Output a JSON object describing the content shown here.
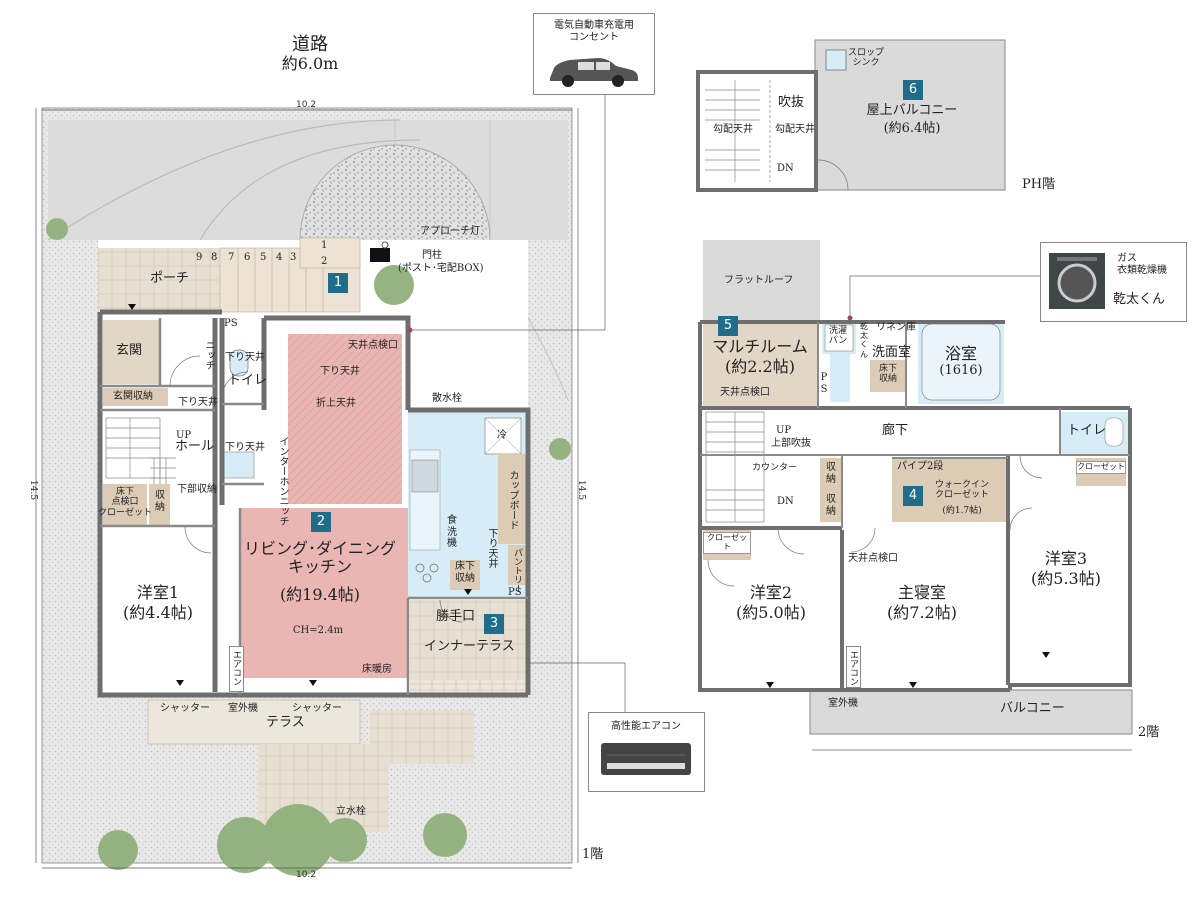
{
  "floor1": {
    "road": "道路",
    "road_width": "約6.0m",
    "floor_label": "1階",
    "dim_top": "10.2",
    "dim_bottom": "10.2",
    "dim_left": "14.5",
    "dim_right": "14.5",
    "porch": "ポーチ",
    "approach_light": "アプローチ灯",
    "gate_post": "門柱",
    "gate_post_sub": "(ポスト･宅配BOX)",
    "steps": [
      "9",
      "8",
      "7",
      "6",
      "5",
      "4",
      "3"
    ],
    "steps2": [
      "1",
      "2"
    ],
    "entrance": "玄関",
    "niche": "ニッチ",
    "ps": "PS",
    "lowered_ceiling": "下り天井",
    "toilet": "トイレ",
    "entrance_storage": "玄関収納",
    "up": "UP",
    "hall": "ホール",
    "underfloor_inspection_closet": "床下\n点検口\nクローゼット",
    "storage": "収\n納",
    "under_storage": "下部収納",
    "intercom_niche": "インターホンニッチ",
    "ceiling_inspection": "天井点検口",
    "folded_ceiling": "折上天井",
    "water_tap": "散水栓",
    "fridge": "冷",
    "cupboard": "カップボード",
    "dishwasher": "食\n洗\n機",
    "underfloor_storage": "床下\n収納",
    "pantry": "パントリー",
    "ldk": "リビング･ダイニング\nキッチン",
    "ldk_size": "(約19.4帖)",
    "ceiling_height": "CH=2.4m",
    "floor_heating": "床暖房",
    "aircon": "エアコン",
    "back_door": "勝手口",
    "inner_terrace": "インナーテラス",
    "western1": "洋室1",
    "western1_size": "(約4.4帖)",
    "shutter": "シャッター",
    "outdoor_unit": "室外機",
    "terrace": "テラス",
    "standpipe": "立水栓"
  },
  "callouts": {
    "ev_outlet": "電気自動車充電用\nコンセント",
    "hp_aircon": "高性能エアコン",
    "gas_dryer_small": "ガス\n衣類乾燥機",
    "gas_dryer_name": "乾太くん"
  },
  "ph": {
    "floor_label": "PH階",
    "slop_sink": "スロップ\nシンク",
    "atrium": "吹抜",
    "slope_ceiling_a": "勾配天井",
    "slope_ceiling_b": "勾配天井",
    "dn": "DN",
    "roof_balcony": "屋上バルコニー",
    "roof_balcony_size": "(約6.4帖)"
  },
  "floor2": {
    "floor_label": "2階",
    "flat_roof": "フラットルーフ",
    "multi_room": "マルチルーム",
    "multi_size": "(約2.2帖)",
    "ceiling_inspection": "天井点検口",
    "laundry_pan": "洗濯\nパン",
    "kanta": "乾\n太\nく\nん",
    "linen": "リネン庫",
    "washroom": "洗面室",
    "underfloor_storage": "床下\n収納",
    "ps": "P\nS",
    "bathroom": "浴室",
    "bath_size": "(1616)",
    "corridor": "廊下",
    "toilet": "トイレ",
    "up": "UP",
    "upper_atrium": "上部吹抜",
    "counter": "カウンター",
    "dn": "DN",
    "storage": "収\n納",
    "pipe2": "パイプ2段",
    "walkin": "ウォークイン\nクローゼット",
    "walkin_size": "(約1.7帖)",
    "closet": "クローゼット",
    "western2": "洋室2",
    "western2_size": "(約5.0帖)",
    "master": "主寝室",
    "master_size": "(約7.2帖)",
    "western3": "洋室3",
    "western3_size": "(約5.3帖)",
    "aircon": "エアコン",
    "outdoor_unit": "室外機",
    "balcony": "バルコニー"
  },
  "badges": [
    "1",
    "2",
    "3",
    "4",
    "5",
    "6"
  ],
  "colors": {
    "gravel": "#e6e6e6",
    "parking": "#d9d9d9",
    "wood_floor": "#e2d6c6",
    "ldk_pink": "#e9b6b3",
    "wet_blue": "#d6ecf6",
    "storage_tan": "#dccbb5",
    "wall": "#6e6e6e",
    "badge": "#1f6d8a",
    "tree": "#8fb07a"
  }
}
